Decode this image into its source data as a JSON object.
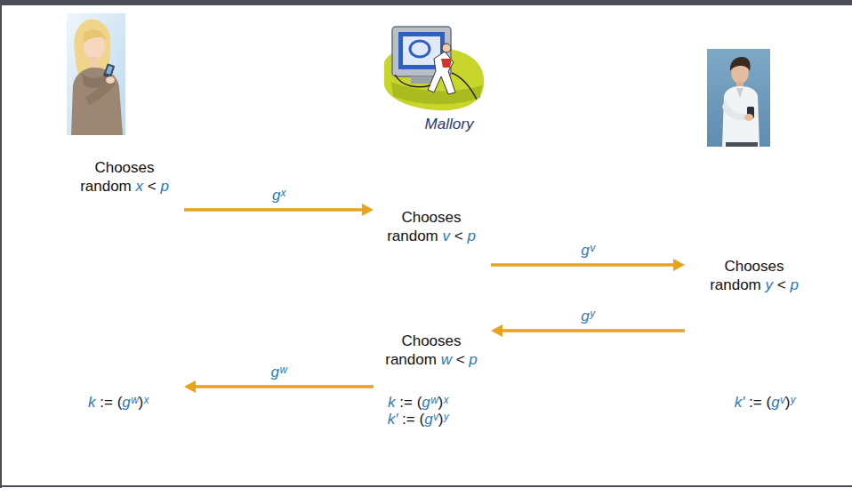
{
  "diagram": {
    "nodes": [
      {
        "text": [
          "Chooses random x < p",
          "k := (gʷ)ˣ"
        ]
      },
      {
        "text": [
          "Mallory",
          "Chooses random v < p",
          "Chooses random w < p",
          "k := (gʷ)ˣ",
          "k′ := (gᵛ)ʸ"
        ]
      },
      {
        "text": [
          "Chooses random y < p",
          "k′ := (gᵛ)ʸ"
        ]
      }
    ],
    "edges": [
      {
        "from": 0,
        "to": 1,
        "label": "gˣ",
        "arrow": "to"
      },
      {
        "from": 1,
        "to": 2,
        "label": "gᵛ",
        "arrow": "to"
      },
      {
        "from": 2,
        "to": 1,
        "label": "gʸ",
        "arrow": "to"
      },
      {
        "from": 1,
        "to": 0,
        "label": "gʷ",
        "arrow": "to"
      }
    ]
  }
}
